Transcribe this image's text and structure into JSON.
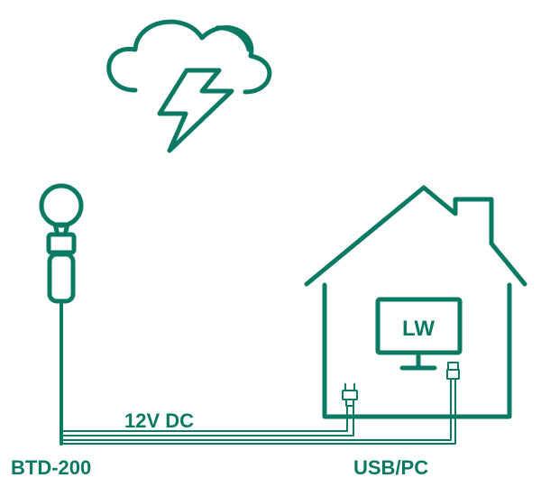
{
  "labels": {
    "sensor": "BTD-200",
    "power": "12V DC",
    "connection": "USB/PC",
    "monitor": "LW"
  },
  "colors": {
    "accent": "#0b7a63",
    "background": "#ffffff"
  },
  "icons": [
    "storm-cloud-icon",
    "lightning-bolt-icon",
    "sensor-probe-icon",
    "house-icon",
    "monitor-icon",
    "power-plug-icon",
    "usb-plug-icon"
  ]
}
